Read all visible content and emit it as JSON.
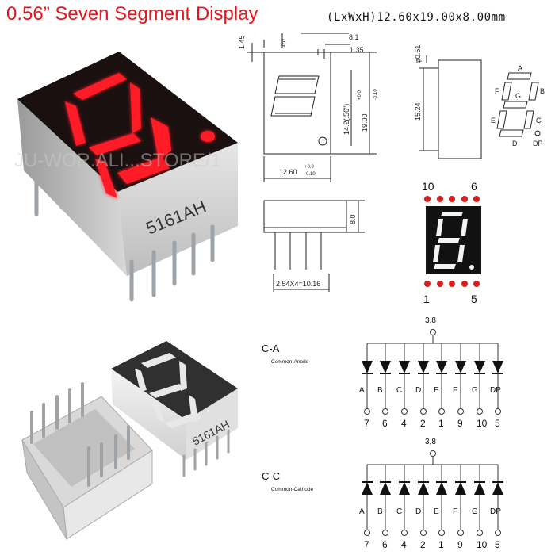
{
  "title": "0.56” Seven Segment Display",
  "dimensions_label": "(LxWxH)12.60x19.00x8.00mm",
  "product": {
    "part_number": "5161AH",
    "watermark": "JU-WOR.ALI...STORE/1"
  },
  "drawing": {
    "top_dims": [
      "1.45",
      "8.1",
      "1.35",
      "φ0.51"
    ],
    "tilt_label": "10°",
    "height_label": "14.2(.56\")",
    "height_total": "19.00",
    "height_tol_plus": "+0.0",
    "height_tol_minus": "-0.10",
    "pin_span": "15.24",
    "width_label": "12.60",
    "width_tol_plus": "+0.0",
    "width_tol_minus": "-0.10",
    "depth_label": "8.0",
    "pitch_label": "2.54X4=10.16",
    "segment_letters": [
      "A",
      "B",
      "C",
      "D",
      "E",
      "F",
      "G",
      "DP"
    ]
  },
  "pinout": {
    "top_left": "10",
    "top_right": "6",
    "bottom_left": "1",
    "bottom_right": "5",
    "colors": {
      "dot": "#d81e1e",
      "segment": "#f2f2f2",
      "body": "#111111"
    }
  },
  "circuits": [
    {
      "code": "C-A",
      "name": "Common-Anode",
      "common_pins": "3,8",
      "direction": "down",
      "letters": [
        "A",
        "B",
        "C",
        "D",
        "E",
        "F",
        "G",
        "DP"
      ],
      "pins": [
        "7",
        "6",
        "4",
        "2",
        "1",
        "9",
        "10",
        "5"
      ]
    },
    {
      "code": "C-C",
      "name": "Common-Cathode",
      "common_pins": "3,8",
      "direction": "up",
      "letters": [
        "A",
        "B",
        "C",
        "D",
        "E",
        "F",
        "G",
        "DP"
      ],
      "pins": [
        "7",
        "6",
        "4",
        "2",
        "1",
        "9",
        "10",
        "5"
      ]
    }
  ],
  "colors": {
    "red_segment": "#ff1e28",
    "title_red": "#e8141c"
  }
}
